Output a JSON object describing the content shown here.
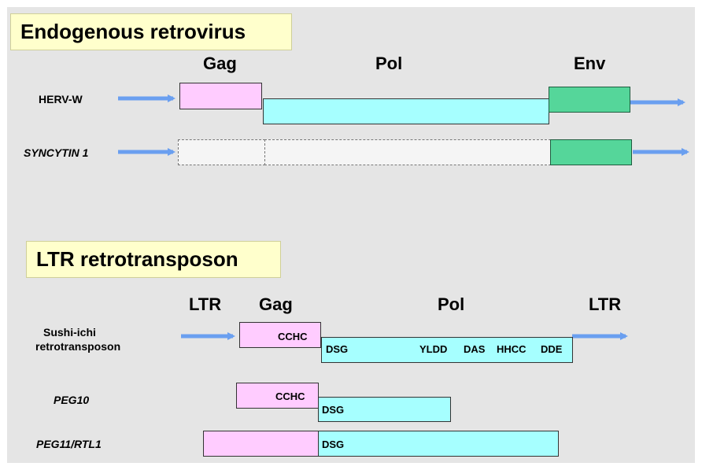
{
  "colors": {
    "gag": "#ffccff",
    "pol": "#a6ffff",
    "env": "#55d69a",
    "arrow": "#6a9ff0",
    "title_bg": "#ffffcc",
    "panel_bg": "#e5e5e5"
  },
  "erv": {
    "title": "Endogenous retrovirus",
    "headers": {
      "gag": "Gag",
      "pol": "Pol",
      "env": "Env"
    },
    "rows": [
      {
        "label": "HERV-W"
      },
      {
        "label": "SYNCYTIN 1"
      }
    ]
  },
  "ltr": {
    "title": "LTR retrotransposon",
    "headers": {
      "ltr_left": "LTR",
      "gag": "Gag",
      "pol": "Pol",
      "ltr_right": "LTR"
    },
    "rows": [
      {
        "label_line1": "Sushi-ichi",
        "label_line2": "retrotransposon",
        "gag_domain": "CCHC",
        "pol_domains": {
          "dsg": "DSG",
          "yldd": "YLDD",
          "das": "DAS",
          "hhcc": "HHCC",
          "dde": "DDE"
        }
      },
      {
        "label": "PEG10",
        "gag_domain": "CCHC",
        "pol_domain": "DSG"
      },
      {
        "label": "PEG11/RTL1",
        "pol_domain": "DSG"
      }
    ]
  }
}
